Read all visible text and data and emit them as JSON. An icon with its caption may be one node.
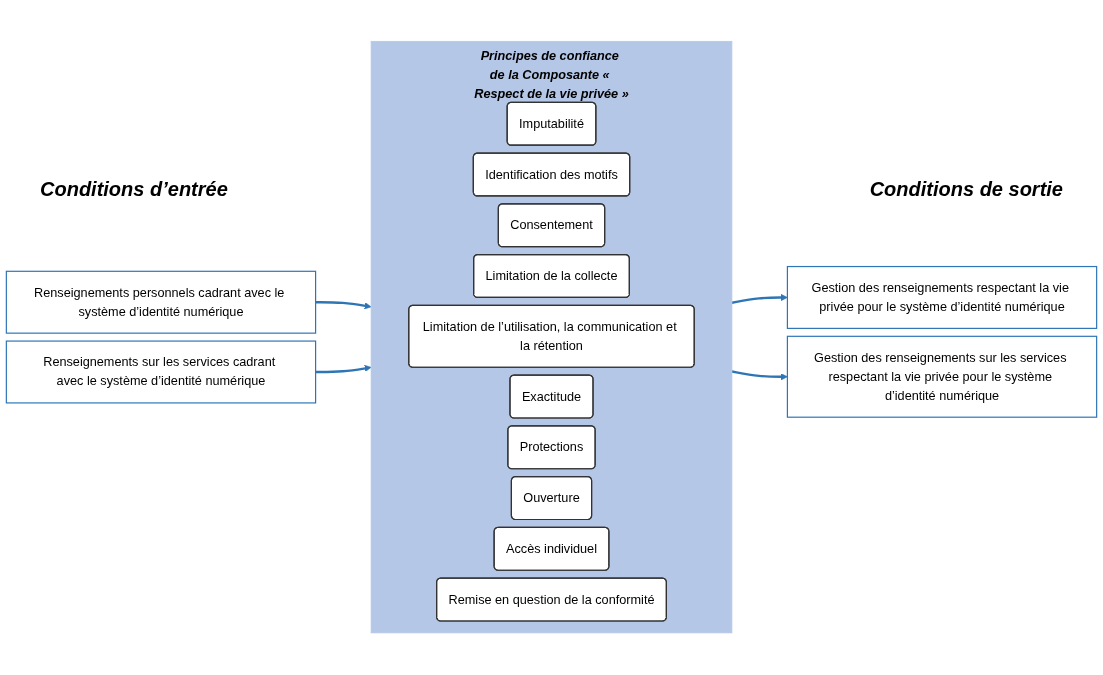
{
  "diagram": {
    "nodes": [
      {
        "text": [
          "Renseignements personnels cadrant avec le système d’identité numérique"
        ]
      },
      {
        "text": [
          "Renseignements sur les services cadrant avec le système d’identité numérique"
        ]
      },
      {
        "text": [
          "Principes de confiance de la Composante « Respect de la vie privée »"
        ]
      },
      {
        "text": [
          "Imputabilité"
        ],
        "in": 2
      },
      {
        "text": [
          "Identification des motifs"
        ],
        "in": 2
      },
      {
        "text": [
          "Consentement"
        ],
        "in": 2
      },
      {
        "text": [
          "Limitation de la collecte"
        ],
        "in": 2
      },
      {
        "text": [
          "Limitation de l’utilisation, la communication et la rétention"
        ],
        "in": 2
      },
      {
        "text": [
          "Exactitude"
        ],
        "in": 2
      },
      {
        "text": [
          "Protections"
        ],
        "in": 2
      },
      {
        "text": [
          "Ouverture"
        ],
        "in": 2
      },
      {
        "text": [
          "Accès individuel"
        ],
        "in": 2
      },
      {
        "text": [
          "Remise en question de la conformité"
        ],
        "in": 2
      },
      {
        "text": [
          "Gestion des renseignements respectant la vie privée pour le système d’identité numérique"
        ]
      },
      {
        "text": [
          "Gestion des renseignements sur les services respectant la vie privée pour le système d’identité numérique"
        ]
      }
    ],
    "edges": [
      {
        "from": 0,
        "to": 2,
        "arrow": "to"
      },
      {
        "from": 1,
        "to": 2,
        "arrow": "to"
      },
      {
        "from": 2,
        "to": 13,
        "arrow": "to"
      },
      {
        "from": 2,
        "to": 14,
        "arrow": "to"
      }
    ],
    "labels": [
      "Conditions d’entrée",
      "Conditions de sortie"
    ]
  }
}
